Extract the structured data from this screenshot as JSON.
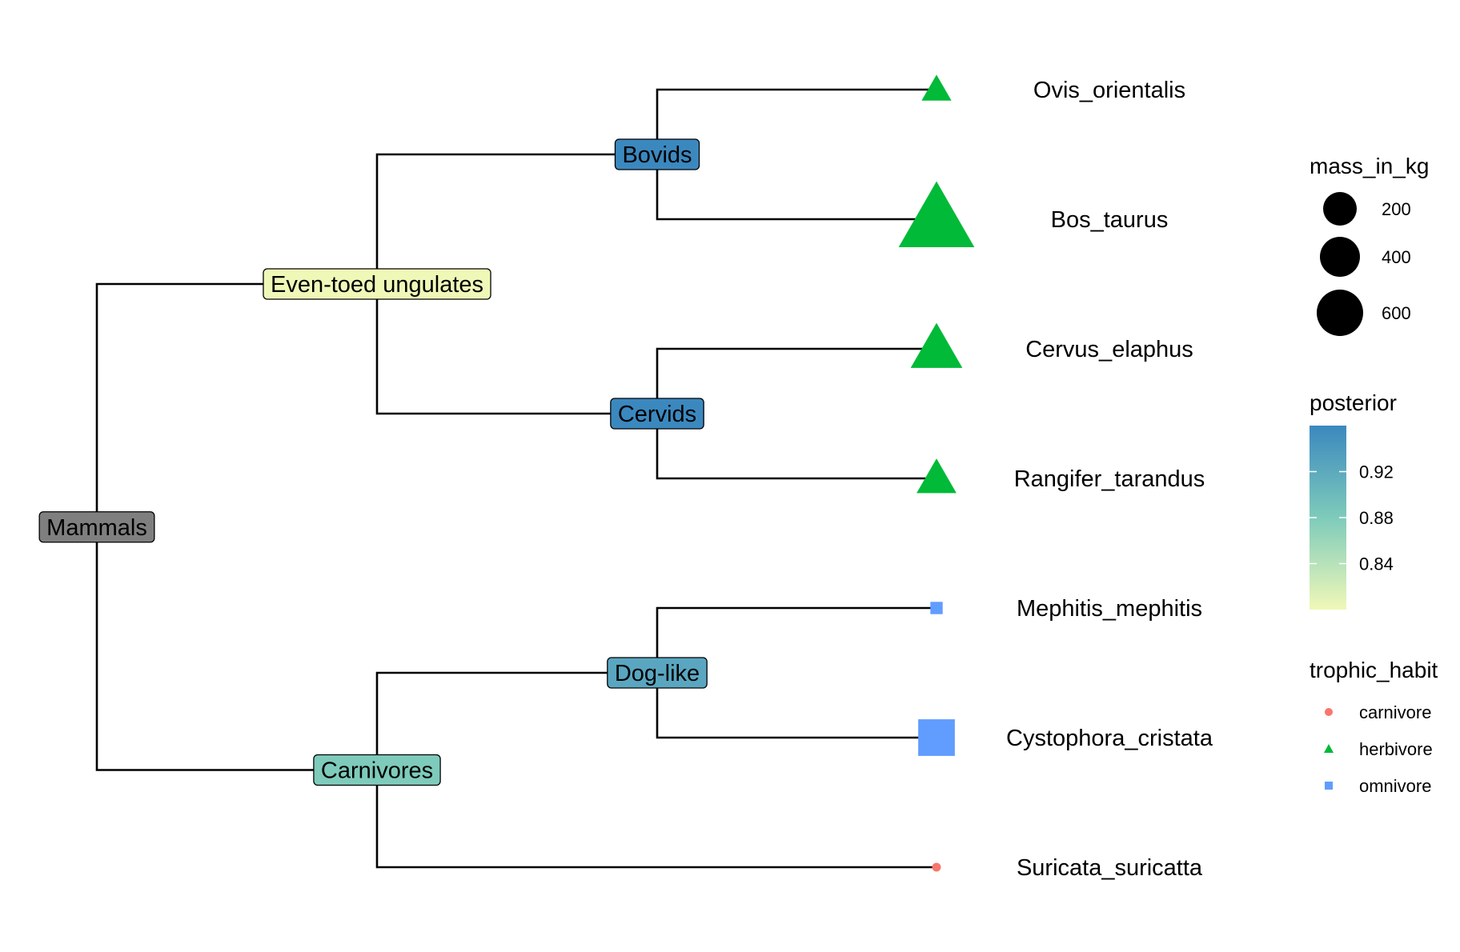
{
  "chart_data": {
    "type": "tree",
    "title": "",
    "root": "Mammals",
    "nodes": [
      {
        "id": "Mammals",
        "label": "Mammals",
        "posterior": null,
        "fill": "#7f7f7f",
        "children": [
          "Even-toed ungulates",
          "Carnivores"
        ]
      },
      {
        "id": "Even-toed ungulates",
        "label": "Even-toed ungulates",
        "posterior": 0.8,
        "fill": "#f0f8b8",
        "children": [
          "Bovids",
          "Cervids"
        ]
      },
      {
        "id": "Bovids",
        "label": "Bovids",
        "posterior": 0.95,
        "fill": "#3b88bf",
        "children": [
          "Ovis_orientalis",
          "Bos_taurus"
        ]
      },
      {
        "id": "Cervids",
        "label": "Cervids",
        "posterior": 0.95,
        "fill": "#3b88bf",
        "children": [
          "Cervus_elaphus",
          "Rangifer_tarandus"
        ]
      },
      {
        "id": "Carnivores",
        "label": "Carnivores",
        "posterior": 0.88,
        "fill": "#7ecbbb",
        "children": [
          "Dog-like",
          "Suricata_suricatta"
        ]
      },
      {
        "id": "Dog-like",
        "label": "Dog-like",
        "posterior": 0.92,
        "fill": "#5aa6c0",
        "children": [
          "Mephitis_mephitis",
          "Cystophora_cristata"
        ]
      }
    ],
    "tips": [
      {
        "name": "Ovis_orientalis",
        "trophic_habit": "herbivore",
        "mass_in_kg": 40
      },
      {
        "name": "Bos_taurus",
        "trophic_habit": "herbivore",
        "mass_in_kg": 650
      },
      {
        "name": "Cervus_elaphus",
        "trophic_habit": "herbivore",
        "mass_in_kg": 240
      },
      {
        "name": "Rangifer_tarandus",
        "trophic_habit": "herbivore",
        "mass_in_kg": 110
      },
      {
        "name": "Mephitis_mephitis",
        "trophic_habit": "omnivore",
        "mass_in_kg": 3
      },
      {
        "name": "Cystophora_cristata",
        "trophic_habit": "omnivore",
        "mass_in_kg": 300
      },
      {
        "name": "Suricata_suricatta",
        "trophic_habit": "carnivore",
        "mass_in_kg": 0.7
      }
    ],
    "legends": {
      "mass": {
        "title": "mass_in_kg",
        "values": [
          200,
          400,
          600
        ]
      },
      "posterior": {
        "title": "posterior",
        "ticks": [
          0.92,
          0.88,
          0.84
        ],
        "range": [
          0.8,
          0.96
        ],
        "colors": [
          "#f0f8b8",
          "#7ecbbb",
          "#3b88bf"
        ]
      },
      "trophic": {
        "title": "trophic_habit",
        "items": [
          {
            "label": "carnivore",
            "shape": "circle",
            "color": "#f8766d"
          },
          {
            "label": "herbivore",
            "shape": "triangle",
            "color": "#00ba38"
          },
          {
            "label": "omnivore",
            "shape": "square",
            "color": "#619cff"
          }
        ]
      }
    }
  }
}
